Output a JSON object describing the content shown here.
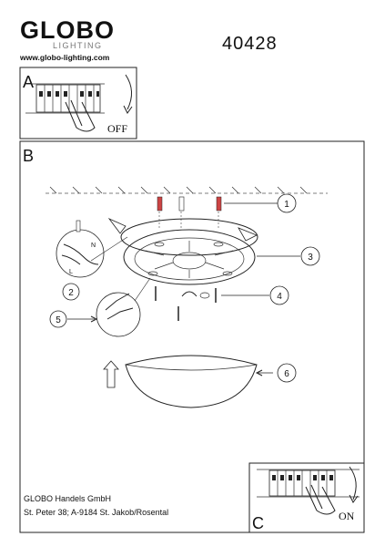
{
  "header": {
    "brand": "GLOBO",
    "brand_sub": "LIGHTING",
    "website": "www.globo-lighting.com",
    "product_number": "40428"
  },
  "panels": {
    "a": {
      "label": "A",
      "switch_text": "OFF"
    },
    "b": {
      "label": "B"
    },
    "c": {
      "label": "C",
      "switch_text": "ON"
    }
  },
  "callouts": [
    "1",
    "2",
    "3",
    "4",
    "5",
    "6"
  ],
  "wiring_labels": {
    "neutral": "N",
    "live": "L"
  },
  "footer": {
    "company": "GLOBO Handels GmbH",
    "address": "St. Peter 38; A-9184 St. Jakob/Rosental"
  }
}
